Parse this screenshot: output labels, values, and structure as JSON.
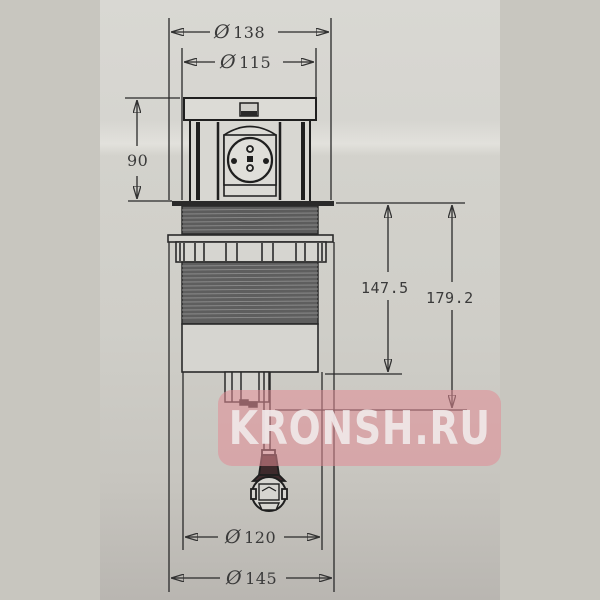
{
  "drawing": {
    "subject": "pop-up countertop power socket dimensions",
    "units": "mm",
    "background_color": "#c8c6bf",
    "line_color": "#2a2a2a",
    "dimensions": {
      "top_outer_diameter": {
        "symbol": "Ø",
        "value": "138"
      },
      "top_inner_diameter": {
        "symbol": "Ø",
        "value": "115"
      },
      "socket_head_height": {
        "value": "90"
      },
      "body_height": {
        "value": "147.5"
      },
      "total_depth": {
        "value": "179.2"
      },
      "cutout_diameter": {
        "symbol": "Ø",
        "value": "120"
      },
      "flange_diameter": {
        "symbol": "Ø",
        "value": "145"
      }
    },
    "parts": [
      "socket-head",
      "schuko-outlet",
      "threaded-body",
      "flange-ring",
      "cable",
      "plug"
    ]
  },
  "watermark": {
    "text": "KRONSH.RU",
    "color": "#e28c96"
  }
}
